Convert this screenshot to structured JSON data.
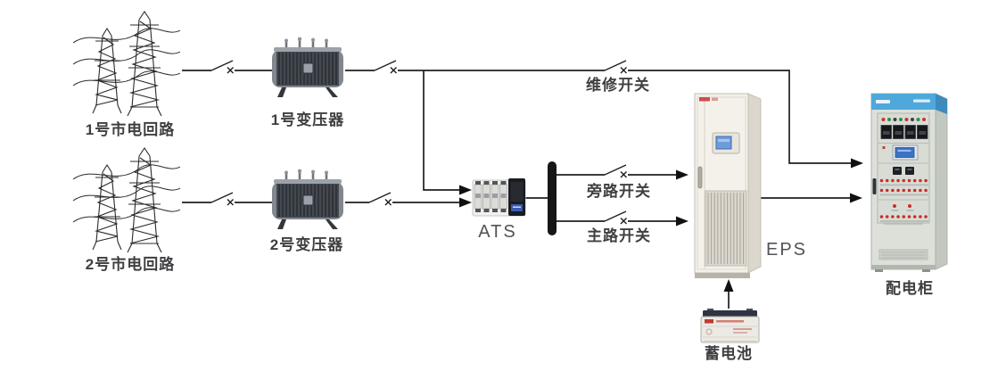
{
  "diagram": {
    "type": "eps-power-system-one-line-diagram",
    "labels": {
      "circuit1": "1号市电回路",
      "transformer1": "1号变压器",
      "circuit2": "2号市电回路",
      "transformer2": "2号变压器",
      "ats": "ATS",
      "maintenance_switch": "维修开关",
      "bypass_switch": "旁路开关",
      "main_switch": "主路开关",
      "eps": "EPS",
      "battery": "蓄电池",
      "distribution_cabinet": "配电柜"
    },
    "icons": [
      {
        "name": "power-tower-icon",
        "shape": "lattice-transmission-tower-line-art"
      },
      {
        "name": "transformer-icon",
        "shape": "oil-immersed-transformer-with-bushings"
      },
      {
        "name": "ats-device-icon",
        "shape": "modular-transfer-switch-block"
      },
      {
        "name": "busbar",
        "shape": "solid-black-vertical-bar"
      },
      {
        "name": "disconnect-switch-icon",
        "shape": "open-blade-with-x-contact"
      },
      {
        "name": "flow-arrow-icon",
        "shape": "solid-black-triangle"
      },
      {
        "name": "eps-cabinet-icon",
        "shape": "white-floor-cabinet-with-lcd-and-grille"
      },
      {
        "name": "battery-icon",
        "shape": "lead-acid-battery-block"
      },
      {
        "name": "distribution-cabinet-icon",
        "shape": "gray-cabinet-blue-header-meters-indicators"
      }
    ],
    "connections": [
      {
        "from": "circuit1",
        "to": "transformer1",
        "via": "disconnect-switch"
      },
      {
        "from": "transformer1",
        "to": "ats",
        "via": "disconnect-switch"
      },
      {
        "from": "transformer1",
        "to": "distribution_cabinet",
        "via": "maintenance_switch"
      },
      {
        "from": "circuit2",
        "to": "transformer2",
        "via": "disconnect-switch"
      },
      {
        "from": "transformer2",
        "to": "ats",
        "via": "disconnect-switch"
      },
      {
        "from": "ats",
        "to": "busbar"
      },
      {
        "from": "busbar",
        "to": "eps",
        "via": "bypass_switch"
      },
      {
        "from": "busbar",
        "to": "eps",
        "via": "main_switch"
      },
      {
        "from": "battery",
        "to": "eps"
      },
      {
        "from": "eps",
        "to": "distribution_cabinet"
      }
    ],
    "colors": {
      "background": "#ffffff",
      "line": "#1f1f1f",
      "label_text": "#3f3f42",
      "busbar": "#161616",
      "cabinet_header_blue": "#4fa8dc",
      "lcd_screen_blue": "#3b72c4",
      "indicator_red": "#cc2d2d",
      "indicator_green": "#2f8f46",
      "battery_brand_red": "#c23b30",
      "eps_logo_red": "#cf2e2e"
    }
  }
}
